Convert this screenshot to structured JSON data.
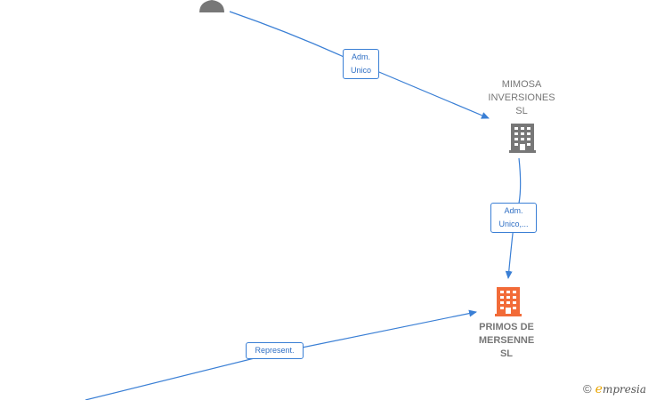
{
  "nodes": {
    "mimosa": {
      "lines": [
        "MIMOSA",
        "INVERSIONES",
        "SL"
      ],
      "icon": "building-icon",
      "color": "#777777"
    },
    "primos": {
      "lines": [
        "PRIMOS DE",
        "MERSENNE",
        "SL"
      ],
      "icon": "building-icon",
      "color": "#f26b38"
    },
    "person_top": {
      "icon": "person-icon",
      "color": "#777777"
    }
  },
  "edges": {
    "person_to_mimosa": {
      "label_lines": [
        "Adm.",
        "Unico"
      ]
    },
    "mimosa_to_primos": {
      "label_lines": [
        "Adm.",
        "Unico,..."
      ]
    },
    "external_to_primos": {
      "label_lines": [
        "Represent."
      ]
    }
  },
  "colors": {
    "edge": "#3a7fd5",
    "label_text": "#2f6fc4",
    "node_text": "#777777",
    "main_building": "#f26b38",
    "other_building": "#777777"
  },
  "watermark": {
    "copyright": "©",
    "brand_initial": "e",
    "brand_rest": "mpresia"
  }
}
